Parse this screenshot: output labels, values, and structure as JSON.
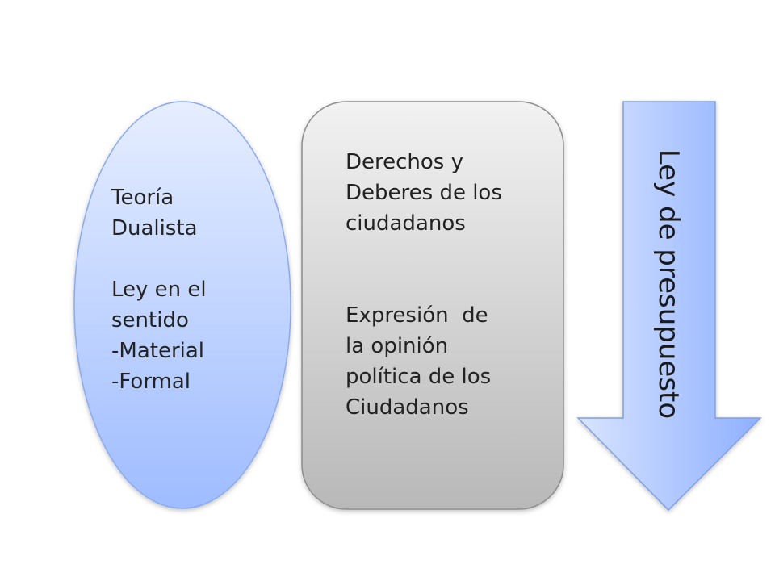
{
  "oval": {
    "title_line1": "Teoría",
    "title_line2": "Dualista",
    "line3": "Ley en el",
    "line4": "sentido",
    "line5": "-Material",
    "line6": "-Formal"
  },
  "box": {
    "line1": "Derechos y",
    "line2": "Deberes de los",
    "line3": "ciudadanos",
    "line4": "Expresión  de",
    "line5": "la opinión",
    "line6": "política de los",
    "line7": "Ciudadanos"
  },
  "arrow": {
    "label": "Ley de presupuesto"
  },
  "colors": {
    "oval_top": "#e6eeff",
    "oval_bottom": "#9ebcff",
    "box_top": "#f2f2f2",
    "box_bottom": "#b8b8b8",
    "arrow_left": "#d8e4ff",
    "arrow_right": "#8eb0ff"
  }
}
